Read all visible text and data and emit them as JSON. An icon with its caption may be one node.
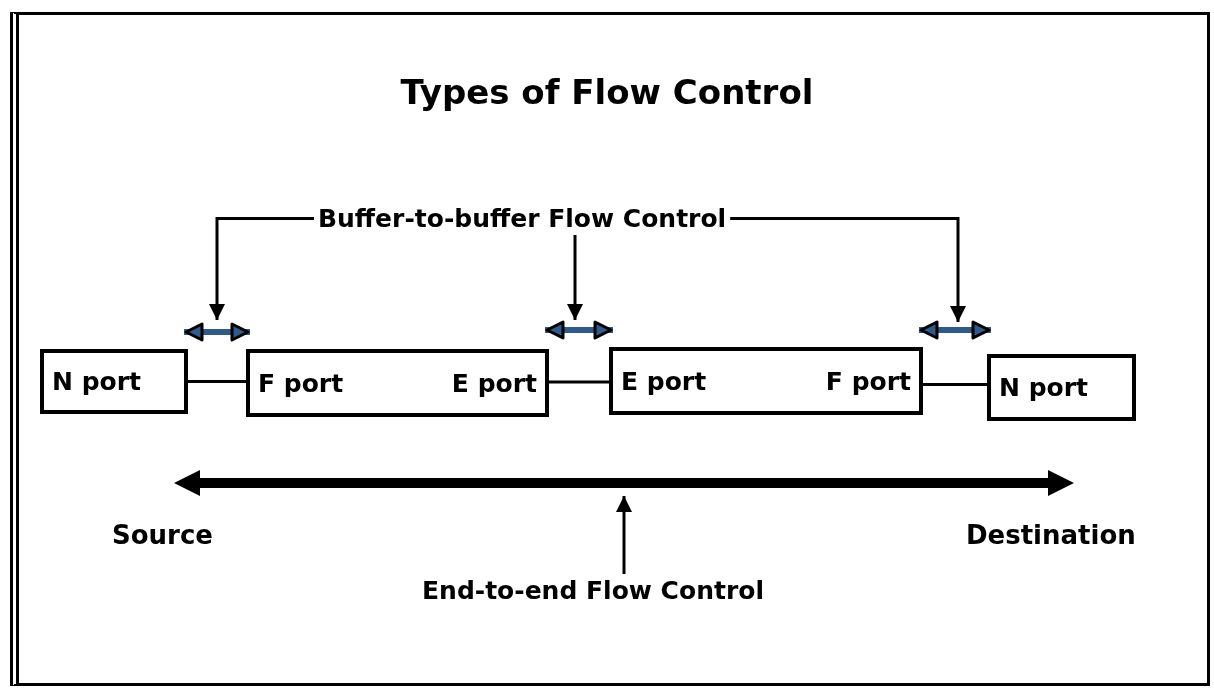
{
  "diagram": {
    "title": "Types of Flow Control",
    "nodes": [
      {
        "text": [
          "Buffer-to-buffer Flow Control"
        ]
      },
      {
        "text": [
          "N port"
        ]
      },
      {
        "text": [
          "F port",
          "E port"
        ]
      },
      {
        "text": [
          "E port",
          "F port"
        ]
      },
      {
        "text": [
          "N port"
        ]
      },
      {
        "text": [],
        "shape": "arrow"
      },
      {
        "text": [
          "End-to-end Flow Control"
        ]
      }
    ],
    "edges": [
      {
        "from": 0,
        "to": null,
        "arrow": "to"
      },
      {
        "from": 0,
        "to": null,
        "arrow": "to"
      },
      {
        "from": 0,
        "to": null,
        "arrow": "to"
      },
      {
        "from": 1,
        "to": 2,
        "arrow": "none"
      },
      {
        "from": 2,
        "to": 3,
        "arrow": "none"
      },
      {
        "from": 3,
        "to": 4,
        "arrow": "none"
      },
      {
        "from": 6,
        "to": 5,
        "arrow": "to"
      },
      {
        "from": 1,
        "to": 2,
        "arrow": "both",
        "style": "thick",
        "color": "#2f5b8c"
      },
      {
        "from": 2,
        "to": 3,
        "arrow": "both",
        "style": "thick",
        "color": "#2f5b8c"
      },
      {
        "from": 3,
        "to": 4,
        "arrow": "both",
        "style": "thick",
        "color": "#2f5b8c"
      }
    ],
    "labels": [
      "Source",
      "Destination"
    ]
  }
}
